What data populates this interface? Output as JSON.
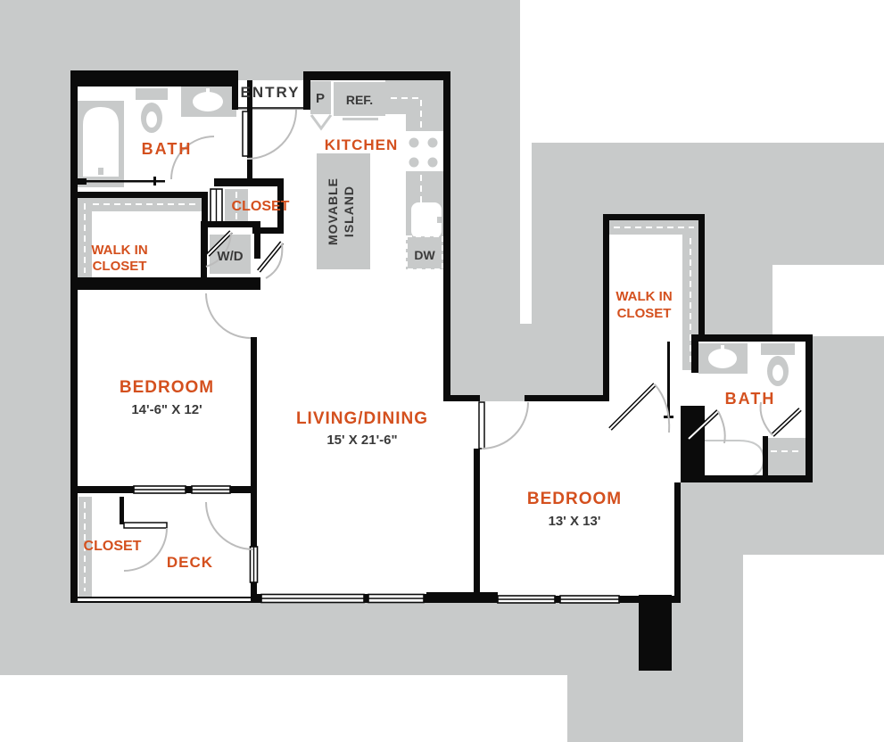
{
  "colors": {
    "background_gray": "#c8caca",
    "wall_black": "#0b0b0b",
    "room_white": "#ffffff",
    "label_orange": "#d4501e",
    "label_dark": "#3a3a3a",
    "door_arc_gray": "#bcbcbc"
  },
  "rooms": {
    "entry": {
      "label": "ENTRY"
    },
    "kitchen": {
      "label": "KITCHEN"
    },
    "bath_1": {
      "label": "BATH"
    },
    "closet_hall": {
      "label": "CLOSET"
    },
    "walk_in_closet_1": {
      "label_line1": "WALK IN",
      "label_line2": "CLOSET"
    },
    "bedroom_1": {
      "label": "BEDROOM",
      "dimensions": "14'-6\" X 12'"
    },
    "living_dining": {
      "label": "LIVING/DINING",
      "dimensions": "15' X 21'-6\""
    },
    "walk_in_closet_2": {
      "label_line1": "WALK IN",
      "label_line2": "CLOSET"
    },
    "bath_2": {
      "label": "BATH"
    },
    "bedroom_2": {
      "label": "BEDROOM",
      "dimensions": "13' X 13'"
    },
    "closet_2": {
      "label": "CLOSET"
    },
    "deck": {
      "label": "DECK"
    }
  },
  "fixtures": {
    "pantry": {
      "label": "P"
    },
    "refrigerator": {
      "label": "REF."
    },
    "dishwasher": {
      "label": "DW"
    },
    "washer_dryer": {
      "label": "W/D"
    },
    "movable_island": {
      "label_line1": "MOVABLE",
      "label_line2": "ISLAND"
    }
  }
}
